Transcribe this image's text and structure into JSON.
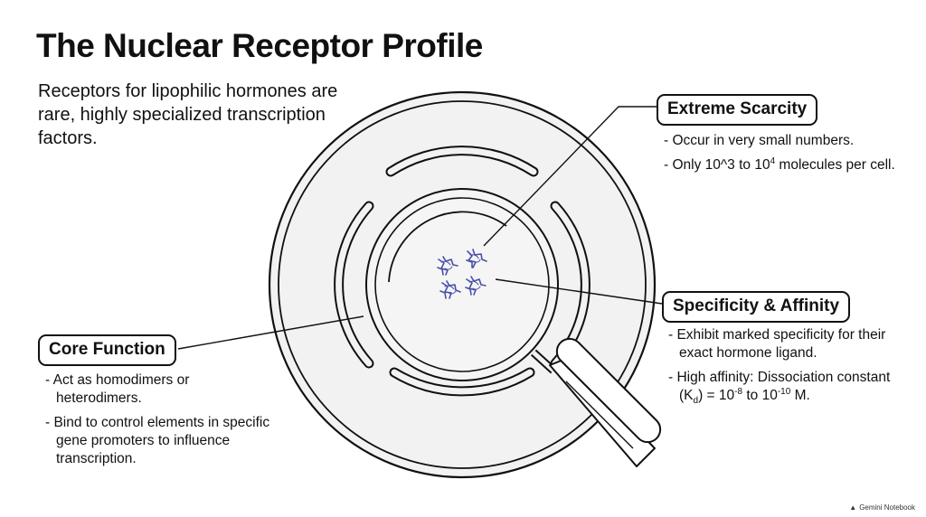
{
  "title": "The Nuclear Receptor Profile",
  "subtitle": "Receptors for lipophilic hormones are rare, highly specialized transcription factors.",
  "callouts": {
    "scarcity": {
      "label": "Extreme Scarcity",
      "bullets": [
        "- Occur in very small numbers."
      ],
      "b2": {
        "pre": "- Only 10^3 to 10",
        "sup": "4",
        "post": " molecules per cell."
      }
    },
    "specificity": {
      "label": "Specificity & Affinity",
      "bullets": [
        "- Exhibit marked specificity for their exact hormone ligand."
      ],
      "b2": {
        "pre": "- High affinity: Dissociation constant (K",
        "sub": "d",
        "mid": ") = 10",
        "sup1": "-8",
        "mid2": " to 10",
        "sup2": "-10",
        "post": " M."
      }
    },
    "core": {
      "label": "Core Function",
      "bullets": [
        "- Act as homodimers or heterodimers.",
        "- Bind to control elements in specific gene promoters to influence transcription."
      ]
    }
  },
  "footer": "Gemini Notebook",
  "colors": {
    "protein": "#4a4fa8",
    "ink": "#111111",
    "cell_fill": "#f2f2f2",
    "nucleus_fill": "#f5f5f5"
  },
  "icons": [
    "cell-icon",
    "nucleus-icon",
    "magnifying-glass-icon",
    "protein-molecule-icon"
  ]
}
